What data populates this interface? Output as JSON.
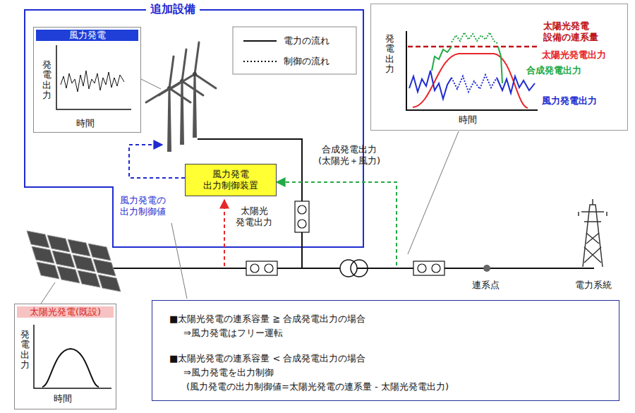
{
  "diagram": {
    "nodes": [
      {
        "text": [
          "追加設備"
        ]
      },
      {
        "text": [
          "風力発電",
          "発電出力",
          "時間"
        ],
        "in": 0
      },
      {
        "text": [
          "風力発電 出力制御装置"
        ],
        "in": 0
      },
      {
        "text": [
          "発電出力",
          "時間"
        ]
      },
      {
        "text": [
          "太陽光発電(既設)",
          "発電出力",
          "時間"
        ]
      },
      {
        "text": [
          "■太陽光発電の連系容量 ≧ 合成発電出力の場合",
          "⇒風力発電はフリー運転",
          "■太陽光発電の連系容量 < 合成発電出力の場合",
          "⇒風力発電を出力制御",
          "(風力発電の出力制御値=太陽光発電の連系量 - 太陽光発電出力)"
        ]
      }
    ],
    "labels": [
      "合成発電出力 (太陽光＋風力)",
      "太陽光 発電出力",
      "風力発電の 出力制御値",
      "連系点",
      "電力系統",
      "太陽光発電 設備の連系量",
      "太陽光発電出力",
      "合成発電出力",
      "風力発電出力"
    ],
    "legend": [
      {
        "text": "電力の流れ"
      },
      {
        "text": "制御の流れ"
      }
    ]
  }
}
